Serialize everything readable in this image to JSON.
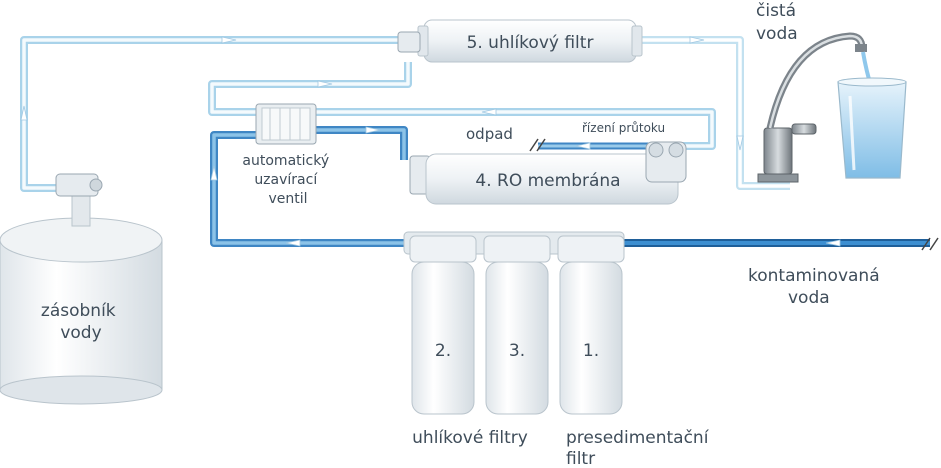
{
  "labels": {
    "tank": [
      "zásobník",
      "vody"
    ],
    "carbon_filter": "5. uhlíkový filtr",
    "clean_water": [
      "čistá",
      "voda"
    ],
    "valve": [
      "automatický",
      "uzavírací",
      "ventil"
    ],
    "waste": "odpad",
    "flow_control": "řízení průtoku",
    "ro_membrane": "4. RO membrána",
    "contaminated_water": [
      "kontaminovaná",
      "voda"
    ],
    "filter_numbers": [
      "2.",
      "3.",
      "1."
    ],
    "carbon_filters": "uhlíkové filtry",
    "presediment": [
      "presedimentační",
      "filtr"
    ]
  },
  "colors": {
    "dirty_line": "#2f7fc4",
    "mixed_line": "#6aa9d8",
    "clean_line": "#bfdeee",
    "housing": "#f3f6f8",
    "outline": "#b9c4cc",
    "text": "#3f4d5a"
  }
}
